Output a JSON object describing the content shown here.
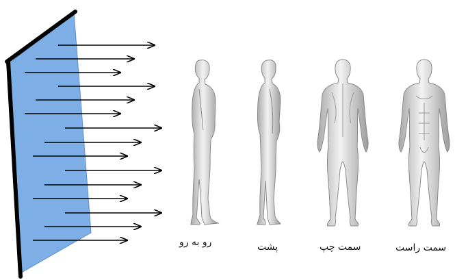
{
  "colors": {
    "panel_fill": "#7eaee6",
    "panel_edge": "#000000",
    "arrow": "#000000",
    "figure_fill": "#e2e2e2",
    "figure_shade": "#9a9a9a"
  },
  "views": [
    {
      "label": "رو به رو",
      "icon": "human-figure-side-icon"
    },
    {
      "label": "پشت",
      "icon": "human-figure-side-icon"
    },
    {
      "label": "سمت چپ",
      "icon": "human-figure-back-icon"
    },
    {
      "label": "سمت راست",
      "icon": "human-figure-front-icon"
    }
  ]
}
